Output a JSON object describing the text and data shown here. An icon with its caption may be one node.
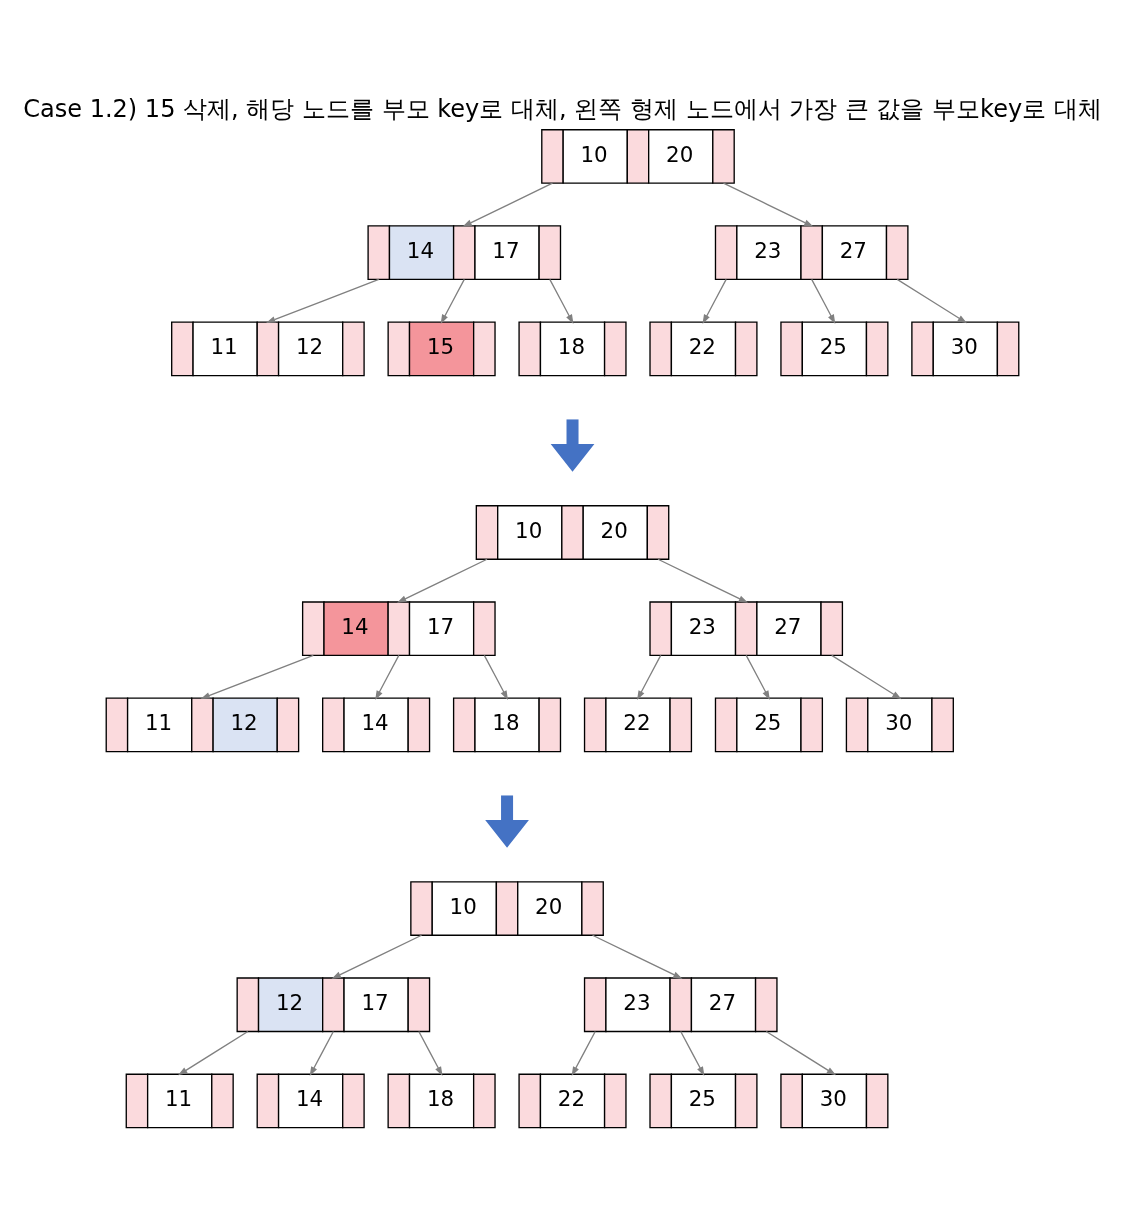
{
  "diagram": {
    "title": "Case 1.2) 15 삭제, 해당 노드를 부모 key로 대체, 왼쪽 형제 노드에서 가장 큰 값을 부모key로 대체",
    "nodes": [
      {
        "text": [
          "10",
          "20"
        ]
      },
      {
        "text": [
          "14",
          "17"
        ]
      },
      {
        "text": [
          "23",
          "27"
        ]
      },
      {
        "text": [
          "11",
          "12"
        ]
      },
      {
        "text": [
          "15"
        ]
      },
      {
        "text": [
          "18"
        ]
      },
      {
        "text": [
          "22"
        ]
      },
      {
        "text": [
          "25"
        ]
      },
      {
        "text": [
          "30"
        ]
      },
      {
        "text": [
          "10",
          "20"
        ]
      },
      {
        "text": [
          "14",
          "17"
        ]
      },
      {
        "text": [
          "23",
          "27"
        ]
      },
      {
        "text": [
          "11",
          "12"
        ]
      },
      {
        "text": [
          "14"
        ]
      },
      {
        "text": [
          "18"
        ]
      },
      {
        "text": [
          "22"
        ]
      },
      {
        "text": [
          "25"
        ]
      },
      {
        "text": [
          "30"
        ]
      },
      {
        "text": [
          "10",
          "20"
        ]
      },
      {
        "text": [
          "12",
          "17"
        ]
      },
      {
        "text": [
          "23",
          "27"
        ]
      },
      {
        "text": [
          "11"
        ]
      },
      {
        "text": [
          "14"
        ]
      },
      {
        "text": [
          "18"
        ]
      },
      {
        "text": [
          "22"
        ]
      },
      {
        "text": [
          "25"
        ]
      },
      {
        "text": [
          "30"
        ]
      }
    ],
    "edges": [
      {
        "from": 0,
        "to": 1,
        "arrow": "to"
      },
      {
        "from": 0,
        "to": 2,
        "arrow": "to"
      },
      {
        "from": 1,
        "to": 3,
        "arrow": "to"
      },
      {
        "from": 1,
        "to": 4,
        "arrow": "to"
      },
      {
        "from": 1,
        "to": 5,
        "arrow": "to"
      },
      {
        "from": 2,
        "to": 6,
        "arrow": "to"
      },
      {
        "from": 2,
        "to": 7,
        "arrow": "to"
      },
      {
        "from": 2,
        "to": 8,
        "arrow": "to"
      },
      {
        "from": 9,
        "to": 10,
        "arrow": "to"
      },
      {
        "from": 9,
        "to": 11,
        "arrow": "to"
      },
      {
        "from": 10,
        "to": 12,
        "arrow": "to"
      },
      {
        "from": 10,
        "to": 13,
        "arrow": "to"
      },
      {
        "from": 10,
        "to": 14,
        "arrow": "to"
      },
      {
        "from": 11,
        "to": 15,
        "arrow": "to"
      },
      {
        "from": 11,
        "to": 16,
        "arrow": "to"
      },
      {
        "from": 11,
        "to": 17,
        "arrow": "to"
      },
      {
        "from": 18,
        "to": 19,
        "arrow": "to"
      },
      {
        "from": 18,
        "to": 20,
        "arrow": "to"
      },
      {
        "from": 19,
        "to": 21,
        "arrow": "to"
      },
      {
        "from": 19,
        "to": 22,
        "arrow": "to"
      },
      {
        "from": 19,
        "to": 23,
        "arrow": "to"
      },
      {
        "from": 20,
        "to": 24,
        "arrow": "to"
      },
      {
        "from": 20,
        "to": 25,
        "arrow": "to"
      },
      {
        "from": 20,
        "to": 26,
        "arrow": "to"
      }
    ]
  }
}
